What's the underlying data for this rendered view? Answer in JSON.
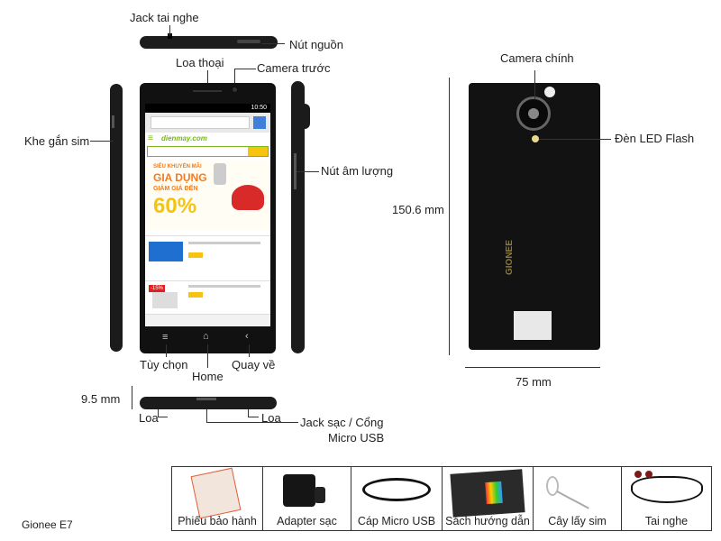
{
  "labels": {
    "jack_tai_nghe": "Jack tai nghe",
    "nut_nguon": "Nút nguồn",
    "loa_thoai": "Loa thoại",
    "camera_truoc": "Camera trước",
    "khe_gan_sim": "Khe gắn sim",
    "nut_am_luong": "Nút âm lượng",
    "tuy_chon": "Tùy chọn",
    "home": "Home",
    "quay_ve": "Quay về",
    "thickness": "9.5 mm",
    "loa_left": "Loa",
    "loa_right": "Loa",
    "jack_sac_1": "Jack sạc / Cổng",
    "jack_sac_2": "Micro USB",
    "camera_chinh": "Camera chính",
    "den_led": "Đèn LED Flash",
    "height": "150.6 mm",
    "width": "75 mm",
    "accessories_title": "Phụ kiện kèm theo",
    "model": "Gionee E7"
  },
  "screen": {
    "time": "10:50",
    "site": "dienmay.com",
    "promo_line1": "SIÊU KHUYẾN MÃI",
    "promo_line2": "GIA DỤNG",
    "promo_line3": "GIẢM GIÁ ĐẾN",
    "promo_percent": "60%",
    "badge": "-15%"
  },
  "back_brand": "GIONEE",
  "accessories": [
    {
      "label": "Phiếu bảo hành",
      "icon": "warranty-card-icon"
    },
    {
      "label": "Adapter sạc",
      "icon": "charger-adapter-icon"
    },
    {
      "label": "Cáp Micro USB",
      "icon": "usb-cable-icon"
    },
    {
      "label": "Sách hướng dẫn",
      "icon": "manual-book-icon"
    },
    {
      "label": "Cây lấy sim",
      "icon": "sim-tool-icon"
    },
    {
      "label": "Tai nghe",
      "icon": "earphones-icon"
    }
  ],
  "colors": {
    "phone_body": "#1b1b1b",
    "promo_orange": "#f47b20",
    "promo_yellow": "#f6c40f",
    "site_green": "#7ab51d"
  }
}
